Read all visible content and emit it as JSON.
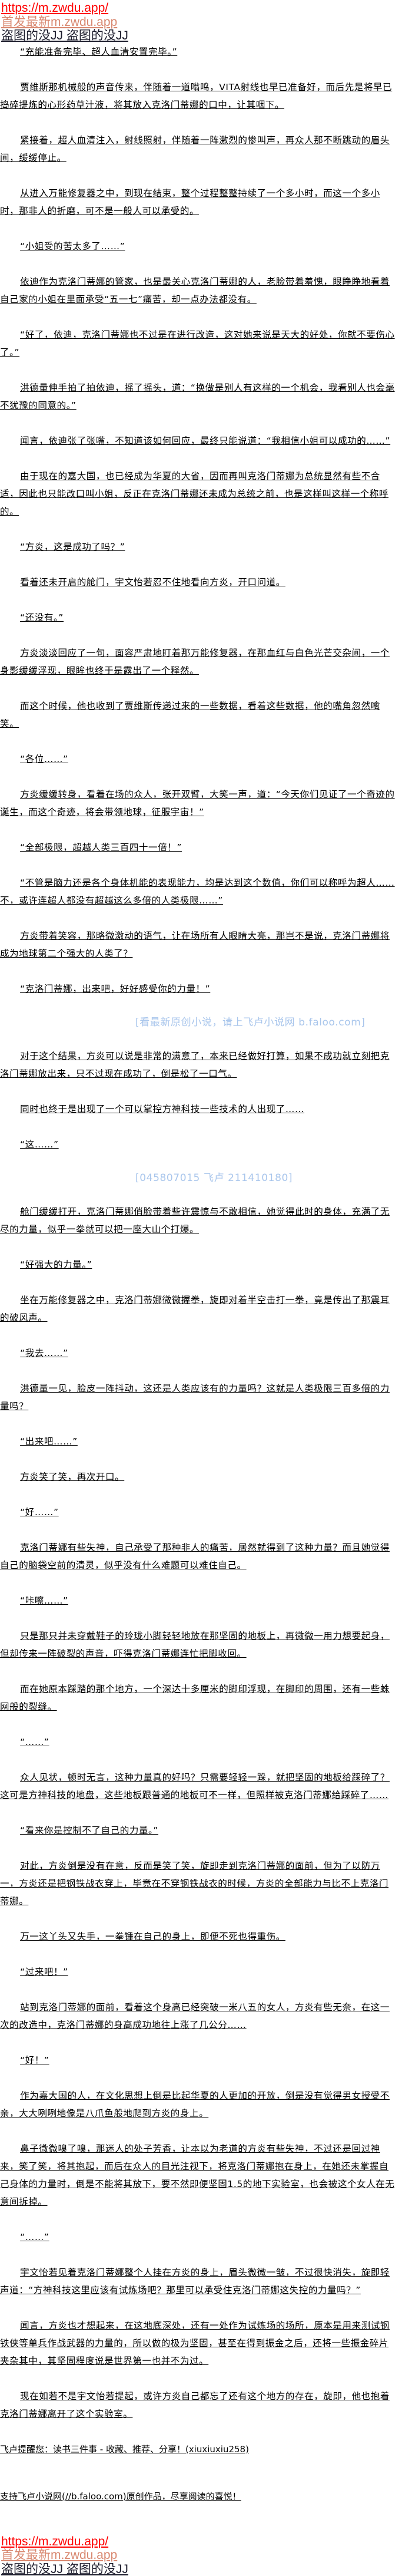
{
  "header_links": [
    "https://m.zwdu.app/",
    "首发最新m.zwdu.app",
    "盗图的没JJ 盗图的没JJ"
  ],
  "paragraphs": [
    "“充能准备完毕、超人血清安置完毕。”",
    "贾维斯那机械般的声音传来，伴随着一道嗡鸣，VITA射线也早已准备好，而后先是将早已捣碎提炼的心形药草汁液，将其放入克洛门蒂娜的口中，让其咽下。",
    "紧接着，超人血清注入，射线照射，伴随着一阵激烈的惨叫声，再众人那不断跳动的眉头间，缓缓停止。",
    "从进入万能修复器之中，到现在结束，整个过程整整持续了一个多小时，而这一个多小时，那非人的折磨，可不是一般人可以承受的。",
    "“小姐受的苦太多了……”",
    "依迪作为克洛门蒂娜的管家，也是最关心克洛门蒂娜的人，老脸带着羞愧，眼睁睁地看着自己家的小姐在里面承受“五一七”痛苦，却一点办法都没有。",
    "“好了，依迪，克洛门蒂娜也不过是在进行改造，这对她来说是天大的好处，你就不要伤心了。”",
    "洪德量伸手拍了拍依迪，摇了摇头，道：“换做是别人有这样的一个机会，我看别人也会毫不犹豫的同意的。”",
    "闻言，依迪张了张嘴，不知道该如何回应，最终只能说道：“我相信小姐可以成功的……”",
    "由于现在的嘉大国，也已经成为华夏的大省，因而再叫克洛门蒂娜为总统显然有些不合适，因此也只能改口叫小姐，反正在克洛门蒂娜还未成为总统之前，也是这样叫这样一个称呼的。",
    "“方炎，这是成功了吗？”",
    "看着还未开启的舱门，宇文怡若忍不住地看向方炎，开口问道。",
    "“还没有。”",
    "方炎淡淡回应了一句，面容严肃地盯着那万能修复器，在那血红与白色光芒交杂间，一个身影缓缓浮现，眼眸也终于是露出了一个释然。",
    "而这个时候，他也收到了贾维斯传递过来的一些数据，看着这些数据，他的嘴角忽然噙笑。",
    "“各位……”",
    "方炎缓缓转身，看着在场的众人，张开双臂，大笑一声，道：“今天你们见证了一个奇迹的诞生，而这个奇迹，将会带领地球，征服宇宙！”",
    "“全部极限，超越人类三百四十一倍！”",
    "“不管是脑力还是各个身体机能的表现能力，均是达到这个数值，你们可以称呼为超人……不，或许连超人都没有超越这么多倍的人类极限……”",
    "方炎带着笑容，那略微激动的语气，让在场所有人眼睛大亮，那岂不是说，克洛门蒂娜将成为地球第二个强大的人类了？",
    "“克洛门蒂娜，出来吧，好好感受你的力量！”",
    "对于这个结果，方炎可以说是非常的满意了，本来已经做好打算，如果不成功就立刻把克洛门蒂娜放出来，只不过现在成功了，倒是松了一口气。",
    "同时也终于是出现了一个可以掌控方神科技一些技术的人出现了……",
    "“这……”",
    "舱门缓缓打开，克洛门蒂娜俏脸带着些许震惊与不敢相信，她觉得此时的身体，充满了无尽的力量，似乎一拳就可以把一座大山个打爆。",
    "“好强大的力量。”",
    "坐在万能修复器之中，克洛门蒂娜微微握拳，旋即对着半空击打一拳，竟是传出了那震耳的破风声。",
    "“我去……”",
    "洪德量一见，脸皮一阵抖动，这还是人类应该有的力量吗？这就是人类极限三百多倍的力量吗？",
    "“出来吧……”",
    "方炎笑了笑，再次开口。",
    "“好……”",
    "克洛门蒂娜有些失神，自己承受了那种非人的痛苦，居然就得到了这种力量？而且她觉得自己的脑袋空前的清灵，似乎没有什么难题可以难住自己。",
    "“咔嚓……”",
    "只是那只并未穿戴鞋子的玲珑小脚轻轻地放在那坚固的地板上，再微微一用力想要起身，但却传来一阵破裂的声音，吓得克洛门蒂娜连忙把脚收回。",
    "而在她原本踩踏的那个地方，一个深达十多厘米的脚印浮现，在脚印的周围，还有一些蛛网般的裂缝。",
    "“……”",
    "众人见状，顿时无言，这种力量真的好吗？只需要轻轻一跺，就把坚固的地板给踩碎了？这可是方神科技的地盘，这些地板跟普通的地板可不一样，但照样被克洛门蒂娜给踩碎了……",
    "“看来你是控制不了自己的力量。”",
    "对此，方炎倒是没有在意，反而是笑了笑，旋即走到克洛门蒂娜的面前，但为了以防万一，方炎还是把钢铁战衣穿上，毕竟在不穿钢铁战衣的时候，方炎的全部能力与比不上克洛门蒂娜。",
    "万一这丫头又失手，一拳锤在自己的身上，即便不死也得重伤。",
    "“过来吧！”",
    "站到克洛门蒂娜的面前，看着这个身高已经突破一米八五的女人，方炎有些无奈，在这一次的改造中，克洛门蒂娜的身高成功地往上涨了几公分……",
    "“好！”",
    "作为嘉大国的人，在文化思想上倒是比起华夏的人更加的开放，倒是没有觉得男女授受不亲，大大咧咧地像是八爪鱼般地爬到方炎的身上。",
    "鼻子微微嗅了嗅，那迷人的处子芳香，让本以为老道的方炎有些失神，不过还是回过神来，笑了笑，将其抱起，而后在众人的目光注视下，将克洛门蒂娜抱在身上，在她还未掌握自己身体的力量时，倒是不能将其放下，要不然即便坚固1.5的地下实验室，也会被这个女人在无意间拆掉。",
    "“……”",
    "宇文怡若见着克洛门蒂娜整个人挂在方炎的身上，眉头微微一皱，不过很快消失，旋即轻声道：“方神科技这里应该有试炼场吧？那里可以承受住克洛门蒂娜这失控的力量吗？”",
    "闻言，方炎也才想起来，在这地底深处，还有一处作为试炼场的场所，原本是用来测试钢铁侠等单兵作战武器的力量的，所以做的极为坚固，甚至在得到振金之后，还将一些振金碎片夹杂其中，其坚固程度说是世界第一也并不为过。",
    "现在如若不是宇文怡若提起，或许方炎自己都忘了还有这个地方的存在，旋即，他也抱着克洛门蒂娜离开了这个实验室。"
  ],
  "footer_notes": [
    "飞卢提醒您：读书三件事 - 收藏、推荐、分享！(xiuxiuxiu258)",
    "支持飞卢小说网(//b.faloo.com)原创作品，尽享阅读的喜悦！"
  ],
  "watermarks": [
    "[看最新原创小说，请上飞卢小说网 b.faloo.com]",
    "[045807015 飞卢 211410180]"
  ],
  "colors": {
    "link_red": "#ff0000",
    "link_salmon": "#d98870",
    "watermark": "#a9c6ec"
  }
}
